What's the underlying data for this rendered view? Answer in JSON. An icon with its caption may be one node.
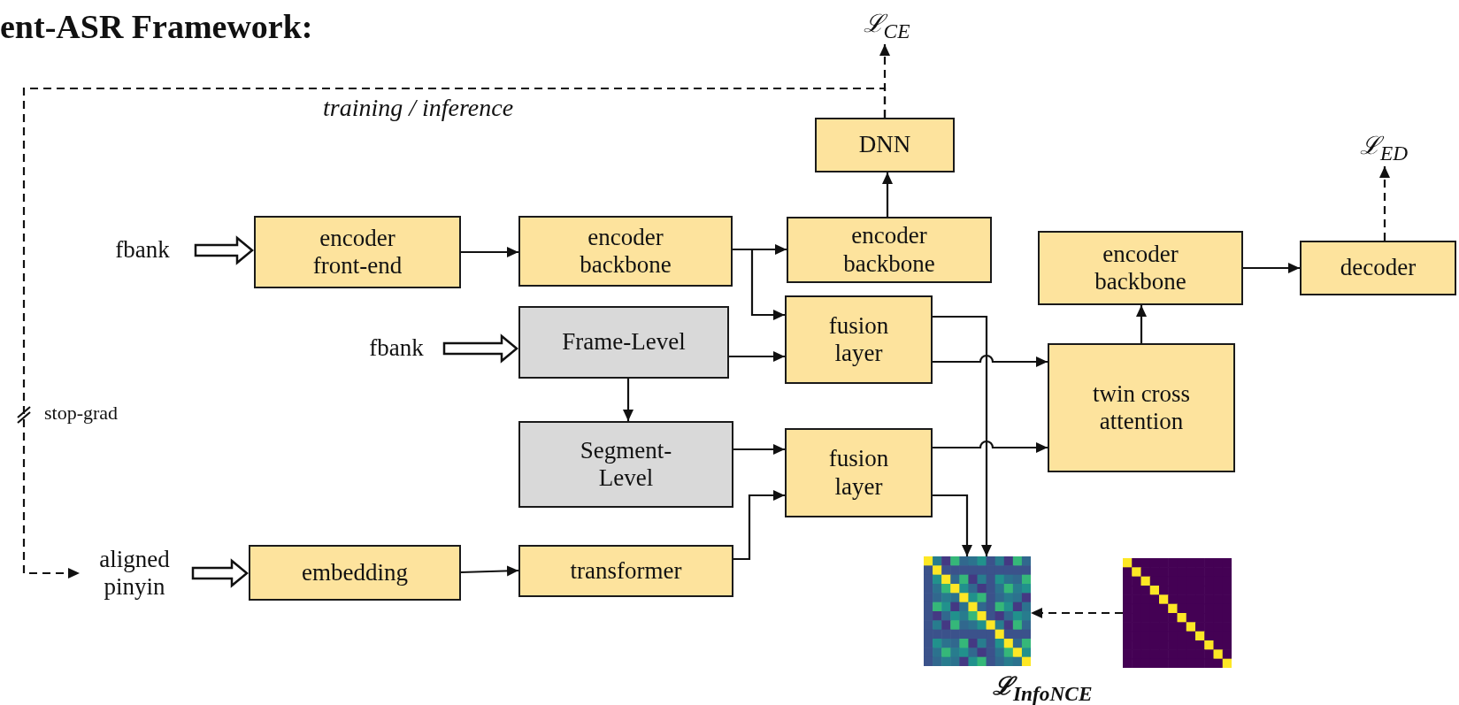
{
  "diagram": {
    "title": "ent-ASR Framework:",
    "nodes": [
      {
        "text": [
          "fbank"
        ]
      },
      {
        "text": [
          "encoder front-end"
        ]
      },
      {
        "text": [
          "encoder backbone"
        ]
      },
      {
        "text": [
          "encoder backbone"
        ]
      },
      {
        "text": [
          "DNN"
        ]
      },
      {
        "text": [
          "ℒ$_{CE}$"
        ]
      },
      {
        "text": [
          "fbank"
        ]
      },
      {
        "text": [
          "Frame-Level"
        ]
      },
      {
        "text": [
          "fusion layer"
        ]
      },
      {
        "text": [
          "Segment-Level"
        ]
      },
      {
        "text": [
          "fusion layer"
        ]
      },
      {
        "text": [
          "encoder backbone"
        ]
      },
      {
        "text": [
          "twin cross attention"
        ]
      },
      {
        "text": [
          "decoder"
        ]
      },
      {
        "text": [
          "ℒ$_{ED}$"
        ]
      },
      {
        "text": [
          "aligned pinyin"
        ]
      },
      {
        "text": [
          "embedding"
        ]
      },
      {
        "text": [
          "transformer"
        ]
      },
      {
        "text": [],
        "shape": "picture",
        "beside": [
          "ℒ$_{InfoNCE}$"
        ]
      },
      {
        "text": [],
        "shape": "picture"
      }
    ],
    "edges": [
      {
        "from": 0,
        "to": 1,
        "arrow": "to",
        "style": "thick"
      },
      {
        "from": 1,
        "to": 2,
        "arrow": "to"
      },
      {
        "from": 2,
        "to": 3,
        "arrow": "to"
      },
      {
        "from": 2,
        "to": 8,
        "arrow": "to"
      },
      {
        "from": 3,
        "to": 4,
        "arrow": "to"
      },
      {
        "from": 4,
        "to": 5,
        "arrow": "to",
        "style": "dashed"
      },
      {
        "from": 4,
        "to": 15,
        "arrow": "to",
        "style": "dashed"
      },
      {
        "from": 6,
        "to": 7,
        "arrow": "to",
        "style": "thick"
      },
      {
        "from": 7,
        "to": 8,
        "arrow": "to"
      },
      {
        "from": 7,
        "to": 9,
        "arrow": "to"
      },
      {
        "from": 9,
        "to": 10,
        "arrow": "to"
      },
      {
        "from": 8,
        "to": 12,
        "arrow": "to"
      },
      {
        "from": 10,
        "to": 12,
        "arrow": "to"
      },
      {
        "from": 8,
        "to": 18,
        "arrow": "to"
      },
      {
        "from": 10,
        "to": 18,
        "arrow": "to"
      },
      {
        "from": 12,
        "to": 11,
        "arrow": "to"
      },
      {
        "from": 11,
        "to": 13,
        "arrow": "to"
      },
      {
        "from": 13,
        "to": 14,
        "arrow": "to",
        "style": "dashed"
      },
      {
        "from": 15,
        "to": 16,
        "arrow": "to",
        "style": "thick"
      },
      {
        "from": 16,
        "to": 17,
        "arrow": "to"
      },
      {
        "from": 17,
        "to": 10,
        "arrow": "to"
      },
      {
        "from": 19,
        "to": 18,
        "arrow": "to",
        "style": "dashed"
      }
    ],
    "labels": [
      "training / inference",
      "stop-grad"
    ]
  }
}
